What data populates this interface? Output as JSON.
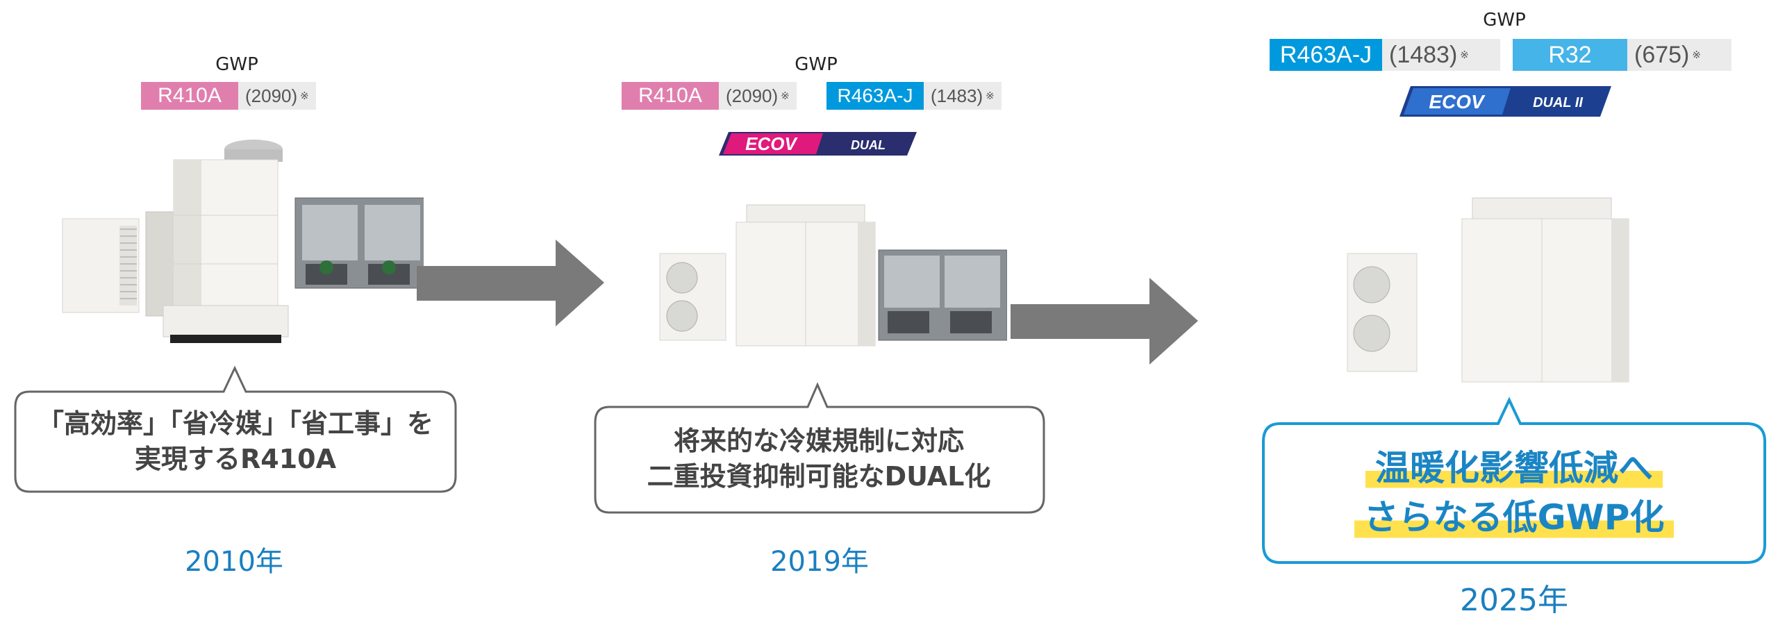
{
  "stages": [
    {
      "gwp_label": "GWP",
      "refrigerants": [
        {
          "name": "R410A",
          "value": "(2090)",
          "note": "※",
          "color": "#e07fad"
        }
      ],
      "bubble": [
        "「高効率」「省冷媒」「省工事」を",
        "実現するR410A"
      ],
      "year": "2010年"
    },
    {
      "gwp_label": "GWP",
      "refrigerants": [
        {
          "name": "R410A",
          "value": "(2090)",
          "note": "※",
          "color": "#e07fad"
        },
        {
          "name": "R463A-J",
          "value": "(1483)",
          "note": "※",
          "color": "#0099dd"
        }
      ],
      "logo": "ECOV DUAL",
      "bubble": [
        "将来的な冷媒規制に対応",
        "二重投資抑制可能なDUAL化"
      ],
      "year": "2019年"
    },
    {
      "gwp_label": "GWP",
      "refrigerants": [
        {
          "name": "R463A-J",
          "value": "(1483)",
          "note": "※",
          "color": "#0099dd"
        },
        {
          "name": "R32",
          "value": "(675)",
          "note": "※",
          "color": "#45b4e8"
        }
      ],
      "logo": "ECOV DUAL II",
      "bubble": [
        "温暖化影響低減へ",
        "さらなる低GWP化"
      ],
      "year": "2025年"
    }
  ],
  "logos": {
    "s2_main": "ECOV",
    "s2_sub": "DUAL",
    "s3_main": "ECOV",
    "s3_sub": "DUAL II"
  },
  "colors": {
    "accent_blue": "#1a7fc0",
    "highlight_yellow": "#ffe14d",
    "arrow_gray": "#7a7a7a"
  }
}
